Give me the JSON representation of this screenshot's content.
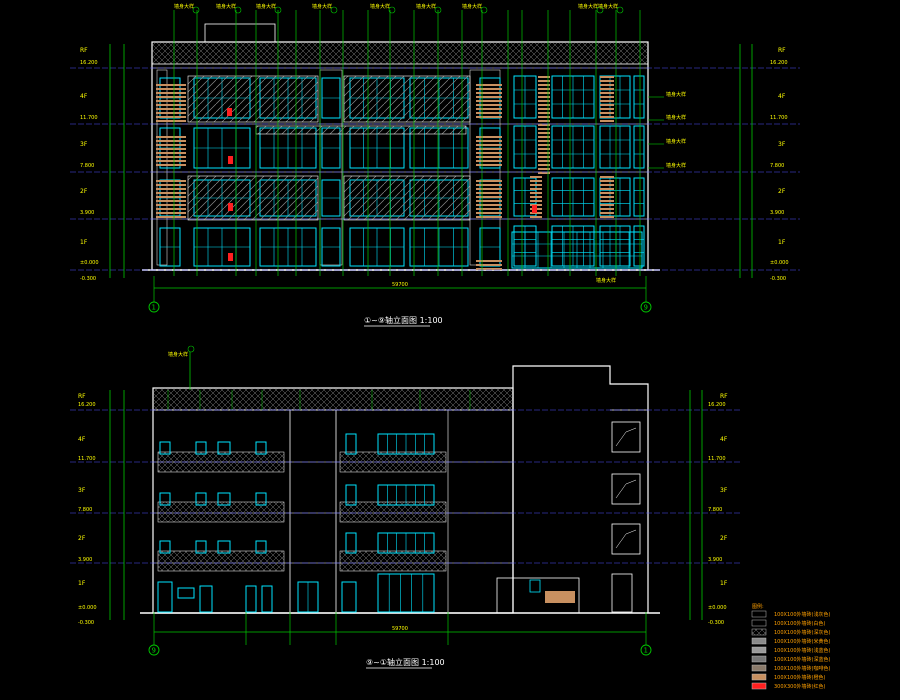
{
  "colors": {
    "background": "#000000",
    "outline": "#ffffff",
    "window": "#00e5ff",
    "axis": "#00c800",
    "level_line": "#5050ff",
    "label": "#ffff00",
    "hatch": "#8a8a8a",
    "accent_red": "#ff2020",
    "panel_fill": "#c89060",
    "legend_text": "#ffa000"
  },
  "elevation_front": {
    "title": "①~⑨轴立面图 1:100",
    "axis_left": "1",
    "axis_right": "9",
    "overall_dim": "59700",
    "floors_left": [
      "RF",
      "4F",
      "3F",
      "2F",
      "1F"
    ],
    "floors_right": [
      "RF",
      "4F",
      "3F",
      "2F",
      "1F"
    ],
    "levels_left": [
      "16.200",
      "11.700",
      "7.800",
      "3.900",
      "±0.000",
      "-0.300"
    ],
    "levels_right": [
      "16.200",
      "11.700",
      "7.800",
      "3.900",
      "±0.000",
      "-0.300"
    ],
    "callouts": [
      "墙身大样",
      "墙身大样",
      "墙身大样",
      "墙身大样",
      "墙身大样",
      "墙身大样",
      "墙身大样",
      "墙身大样",
      "墙身大样"
    ],
    "side_callouts": [
      "墙身大样",
      "墙身大样",
      "墙身大样",
      "墙身大样"
    ],
    "bottom_callout": "墙身大样"
  },
  "elevation_rear": {
    "title": "⑨~①轴立面图 1:100",
    "axis_left": "9",
    "axis_right": "1",
    "overall_dim": "59700",
    "floors_left": [
      "RF",
      "4F",
      "3F",
      "2F",
      "1F"
    ],
    "floors_right": [
      "RF",
      "4F",
      "3F",
      "2F",
      "1F"
    ],
    "levels_left": [
      "16.200",
      "11.700",
      "7.800",
      "3.900",
      "±0.000",
      "-0.300"
    ],
    "levels_right": [
      "16.200",
      "11.700",
      "7.800",
      "3.900",
      "±0.000",
      "-0.300"
    ],
    "callout": "墙身大样"
  },
  "legend": {
    "heading": "图例:",
    "items": [
      "100X100外墙砖(浅灰色)",
      "100X100外墙砖(白色)",
      "100X100外墙砖(深灰色)",
      "100X100外墙砖(米黄色)",
      "100X100外墙砖(浅蓝色)",
      "100X100外墙砖(深蓝色)",
      "100X100外墙砖(咖啡色)",
      "100X100外墙砖(橙色)",
      "300X300外墙砖(红色)"
    ]
  }
}
